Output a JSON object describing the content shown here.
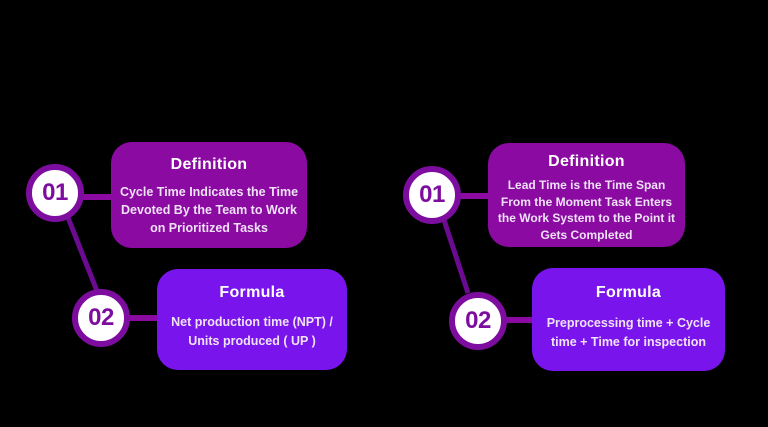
{
  "theme": {
    "background": "#000000",
    "definition_card_color": "#8A0AA2",
    "formula_card_color": "#7A14EC",
    "circle_ring_color": "#7D0D9E",
    "circle_fill": "#FFFFFF",
    "connector_color": "#8A0AA2",
    "diagonal_connector_color": "#6C0A92",
    "title_text_color": "#FFFFFF",
    "body_text_color": "#F0E2F6"
  },
  "groups": [
    {
      "id": "cycle-time",
      "steps": [
        {
          "number": "01",
          "card_type": "definition",
          "card_title": "Definition",
          "card_body": "Cycle Time Indicates the Time\nDevoted By the Team to Work\non Prioritized Tasks"
        },
        {
          "number": "02",
          "card_type": "formula",
          "card_title": "Formula",
          "card_body": "Net production time (NPT) /\nUnits produced ( UP )"
        }
      ]
    },
    {
      "id": "lead-time",
      "steps": [
        {
          "number": "01",
          "card_type": "definition",
          "card_title": "Definition",
          "card_body": "Lead Time is the Time Span\nFrom the Moment Task Enters\nthe Work System to the Point it\nGets Completed"
        },
        {
          "number": "02",
          "card_type": "formula",
          "card_title": "Formula",
          "card_body": "Preprocessing time + Cycle\ntime + Time for inspection"
        }
      ]
    }
  ]
}
